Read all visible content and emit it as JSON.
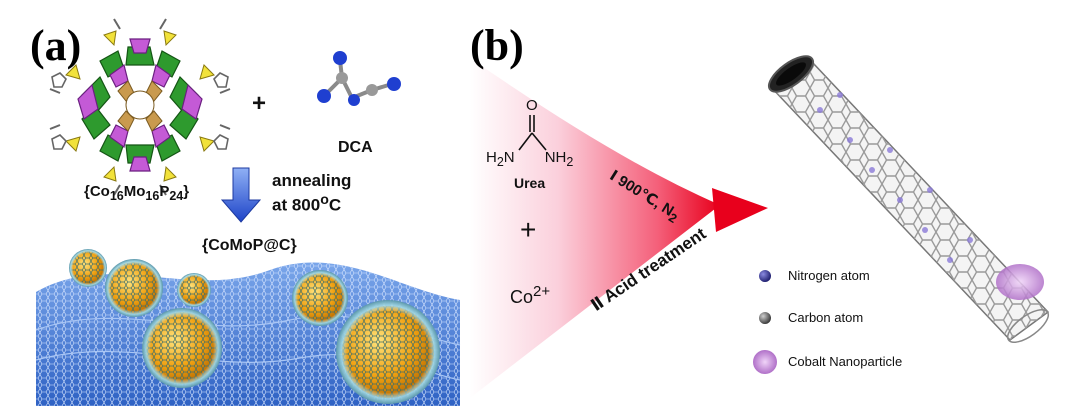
{
  "panel_a": {
    "label": "(a)",
    "precursor_html": "{Co<sub>16</sub>Mo<sub>16</sub>P<sub>24</sub>}",
    "plus": "+",
    "ligand": "DCA",
    "process_line1": "annealing",
    "process_line2_html": "at 800<sup>o</sup>C",
    "product": "{CoMoP@C}"
  },
  "panel_b": {
    "label": "(b)",
    "reagent_formula_html": "H<sub>2</sub>N&#8202;&#8202;&#8202;&#8202;&#8202;&#8202;&#8202;&#8202;&#8202;&#8202;&#8202;&#8202;&#8202;&#8202;&#8202;&#8202;&#8202;&#8202;&#8202;&#8202;&#8202;&#8202;&#8202;&#8202;NH<sub>2</sub>",
    "reagent_name": "Urea",
    "plus": "+",
    "metal_ion_html": "Co<sup>2+</sup>",
    "step1_html": "Ⅰ 900℃, N<sub>2</sub>",
    "step2": "Ⅱ Acid treatment",
    "legend": [
      "Nitrogen atom",
      "Carbon atom",
      "Cobalt Nanoparticle"
    ]
  },
  "colors": {
    "pink_start": "#ffffff",
    "pink_end": "#e8001c",
    "arrow_blue": "#2f5bd8",
    "graphene_blue": "#4a7fd6",
    "sphere_orange": "#f0a010",
    "nitrogen_atom": "#2a2a8a",
    "carbon_atom": "#555555",
    "cobalt_np": "#c88ad8"
  }
}
